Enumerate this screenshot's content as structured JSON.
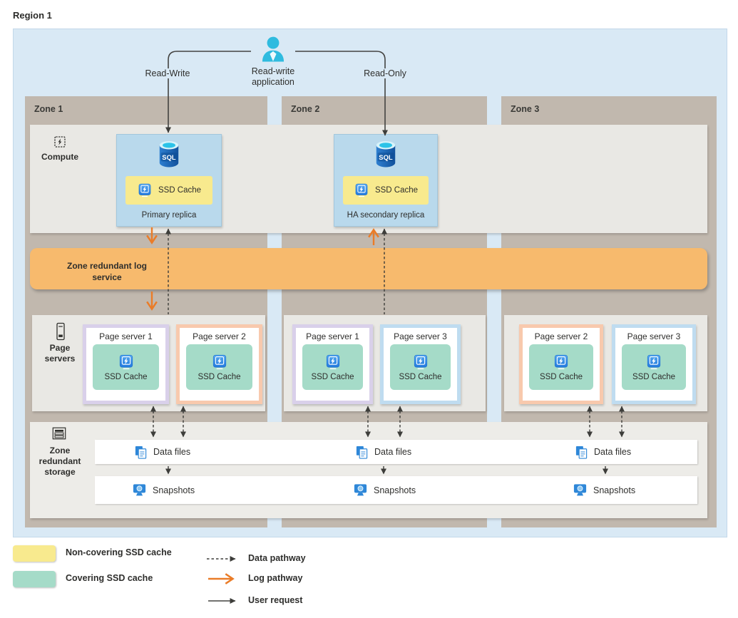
{
  "region": {
    "label": "Region 1"
  },
  "header": {
    "app_label": "Read-write application",
    "left_branch": "Read-Write",
    "right_branch": "Read-Only"
  },
  "zones": [
    {
      "label": "Zone 1"
    },
    {
      "label": "Zone 2"
    },
    {
      "label": "Zone 3"
    }
  ],
  "rows": {
    "compute_label": "Compute",
    "log_label": "Zone redundant log service",
    "page_servers_label": "Page servers",
    "storage_label": "Zone redundant storage"
  },
  "compute": {
    "primary": {
      "caption": "Primary replica",
      "cache": "SSD Cache"
    },
    "secondary": {
      "caption": "HA secondary replica",
      "cache": "SSD Cache"
    }
  },
  "page_servers": {
    "zone1": [
      {
        "title": "Page server 1",
        "cache": "SSD Cache"
      },
      {
        "title": "Page server 2",
        "cache": "SSD Cache"
      }
    ],
    "zone2": [
      {
        "title": "Page server 1",
        "cache": "SSD Cache"
      },
      {
        "title": "Page server 3",
        "cache": "SSD Cache"
      }
    ],
    "zone3": [
      {
        "title": "Page server 2",
        "cache": "SSD Cache"
      },
      {
        "title": "Page server 3",
        "cache": "SSD Cache"
      }
    ]
  },
  "storage": {
    "data_files": "Data files",
    "snapshots": "Snapshots"
  },
  "legend": {
    "noncovering": "Non-covering SSD cache",
    "covering": "Covering SSD cache",
    "data_pathway": "Data pathway",
    "log_pathway": "Log pathway",
    "user_request": "User request"
  },
  "colors": {
    "region_fill": "#d9e9f5",
    "zone_fill": "#c1b8ae",
    "panel_fill": "#e9e8e4",
    "log_band": "#f7ba6d",
    "log_arrow": "#ea7c28",
    "noncovering_cache": "#f8ea8e",
    "covering_cache": "#a5dbc8",
    "replica_fill": "#b9d9ec",
    "page_server_1_border": "#d9d0ea",
    "page_server_2_border": "#f8c9ad",
    "page_server_3_border": "#bfdcf0"
  }
}
